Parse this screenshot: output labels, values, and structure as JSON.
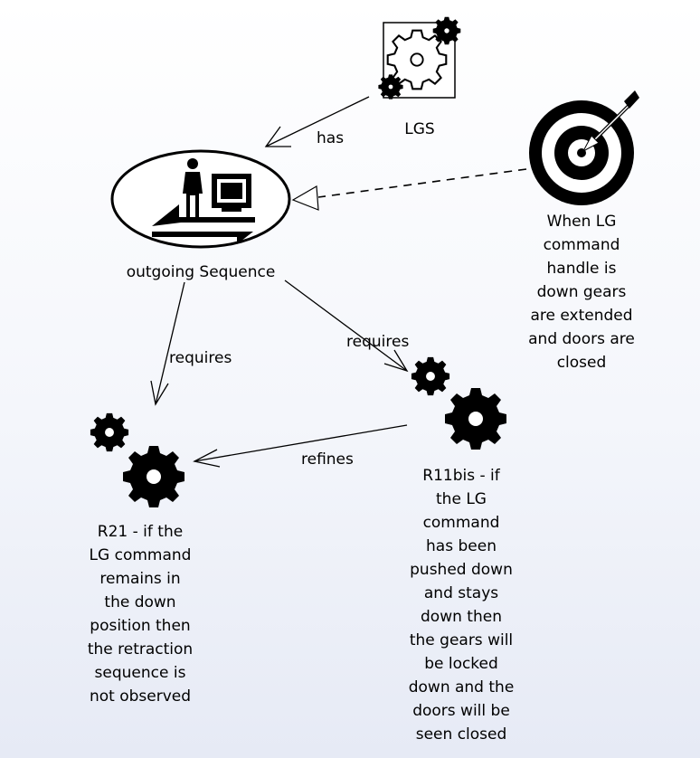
{
  "nodes": {
    "lgs": {
      "label": "LGS",
      "icon": "component-gear-icon"
    },
    "goal": {
      "label": "When LG\ncommand\nhandle is\ndown gears\nare extended\nand doors are\nclosed",
      "icon": "target-arrow-icon"
    },
    "usecase": {
      "label": "outgoing Sequence",
      "icon": "use-case-actor-computer-icon"
    },
    "r21": {
      "label": "R21 -  if the\nLG command\nremains in\nthe down\nposition then\nthe retraction\nsequence is\nnot observed",
      "icon": "requirement-gears-icon"
    },
    "r11bis": {
      "label": "R11bis -  if\nthe LG\ncommand\nhas been\npushed down\nand stays\ndown then\nthe gears will\nbe locked\ndown and the\ndoors will be\nseen closed",
      "icon": "requirement-gears-icon"
    }
  },
  "edges": {
    "has": "has",
    "requires_left": "requires",
    "requires_right": "requires",
    "refines": "refines"
  }
}
